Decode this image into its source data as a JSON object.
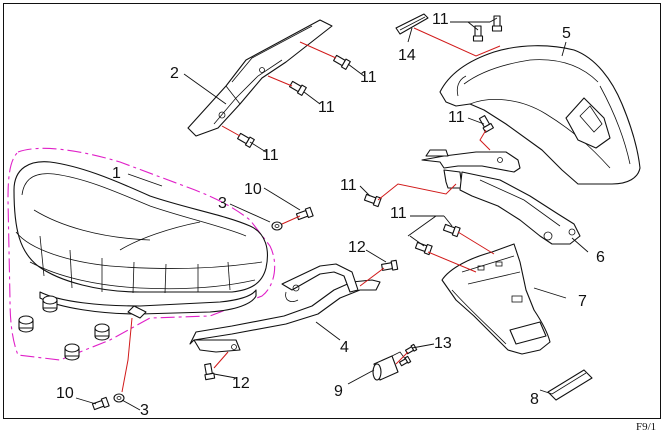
{
  "diagram": {
    "page_code": "F9/1",
    "colors": {
      "outline": "#111111",
      "leader_red": "#d11a1a",
      "group_outline_magenta": "#e020c8",
      "background": "#ffffff"
    },
    "callouts": {
      "n1": "1",
      "n2": "2",
      "n3a": "3",
      "n3b": "3",
      "n4": "4",
      "n5": "5",
      "n6": "6",
      "n7": "7",
      "n8": "8",
      "n9": "9",
      "n10a": "10",
      "n10b": "10",
      "n11a": "11",
      "n11b": "11",
      "n11c": "11",
      "n11d": "11",
      "n11e": "11",
      "n11f": "11",
      "n11g": "11",
      "n11h": "11",
      "n12a": "12",
      "n12b": "12",
      "n13": "13",
      "n14": "14"
    }
  }
}
